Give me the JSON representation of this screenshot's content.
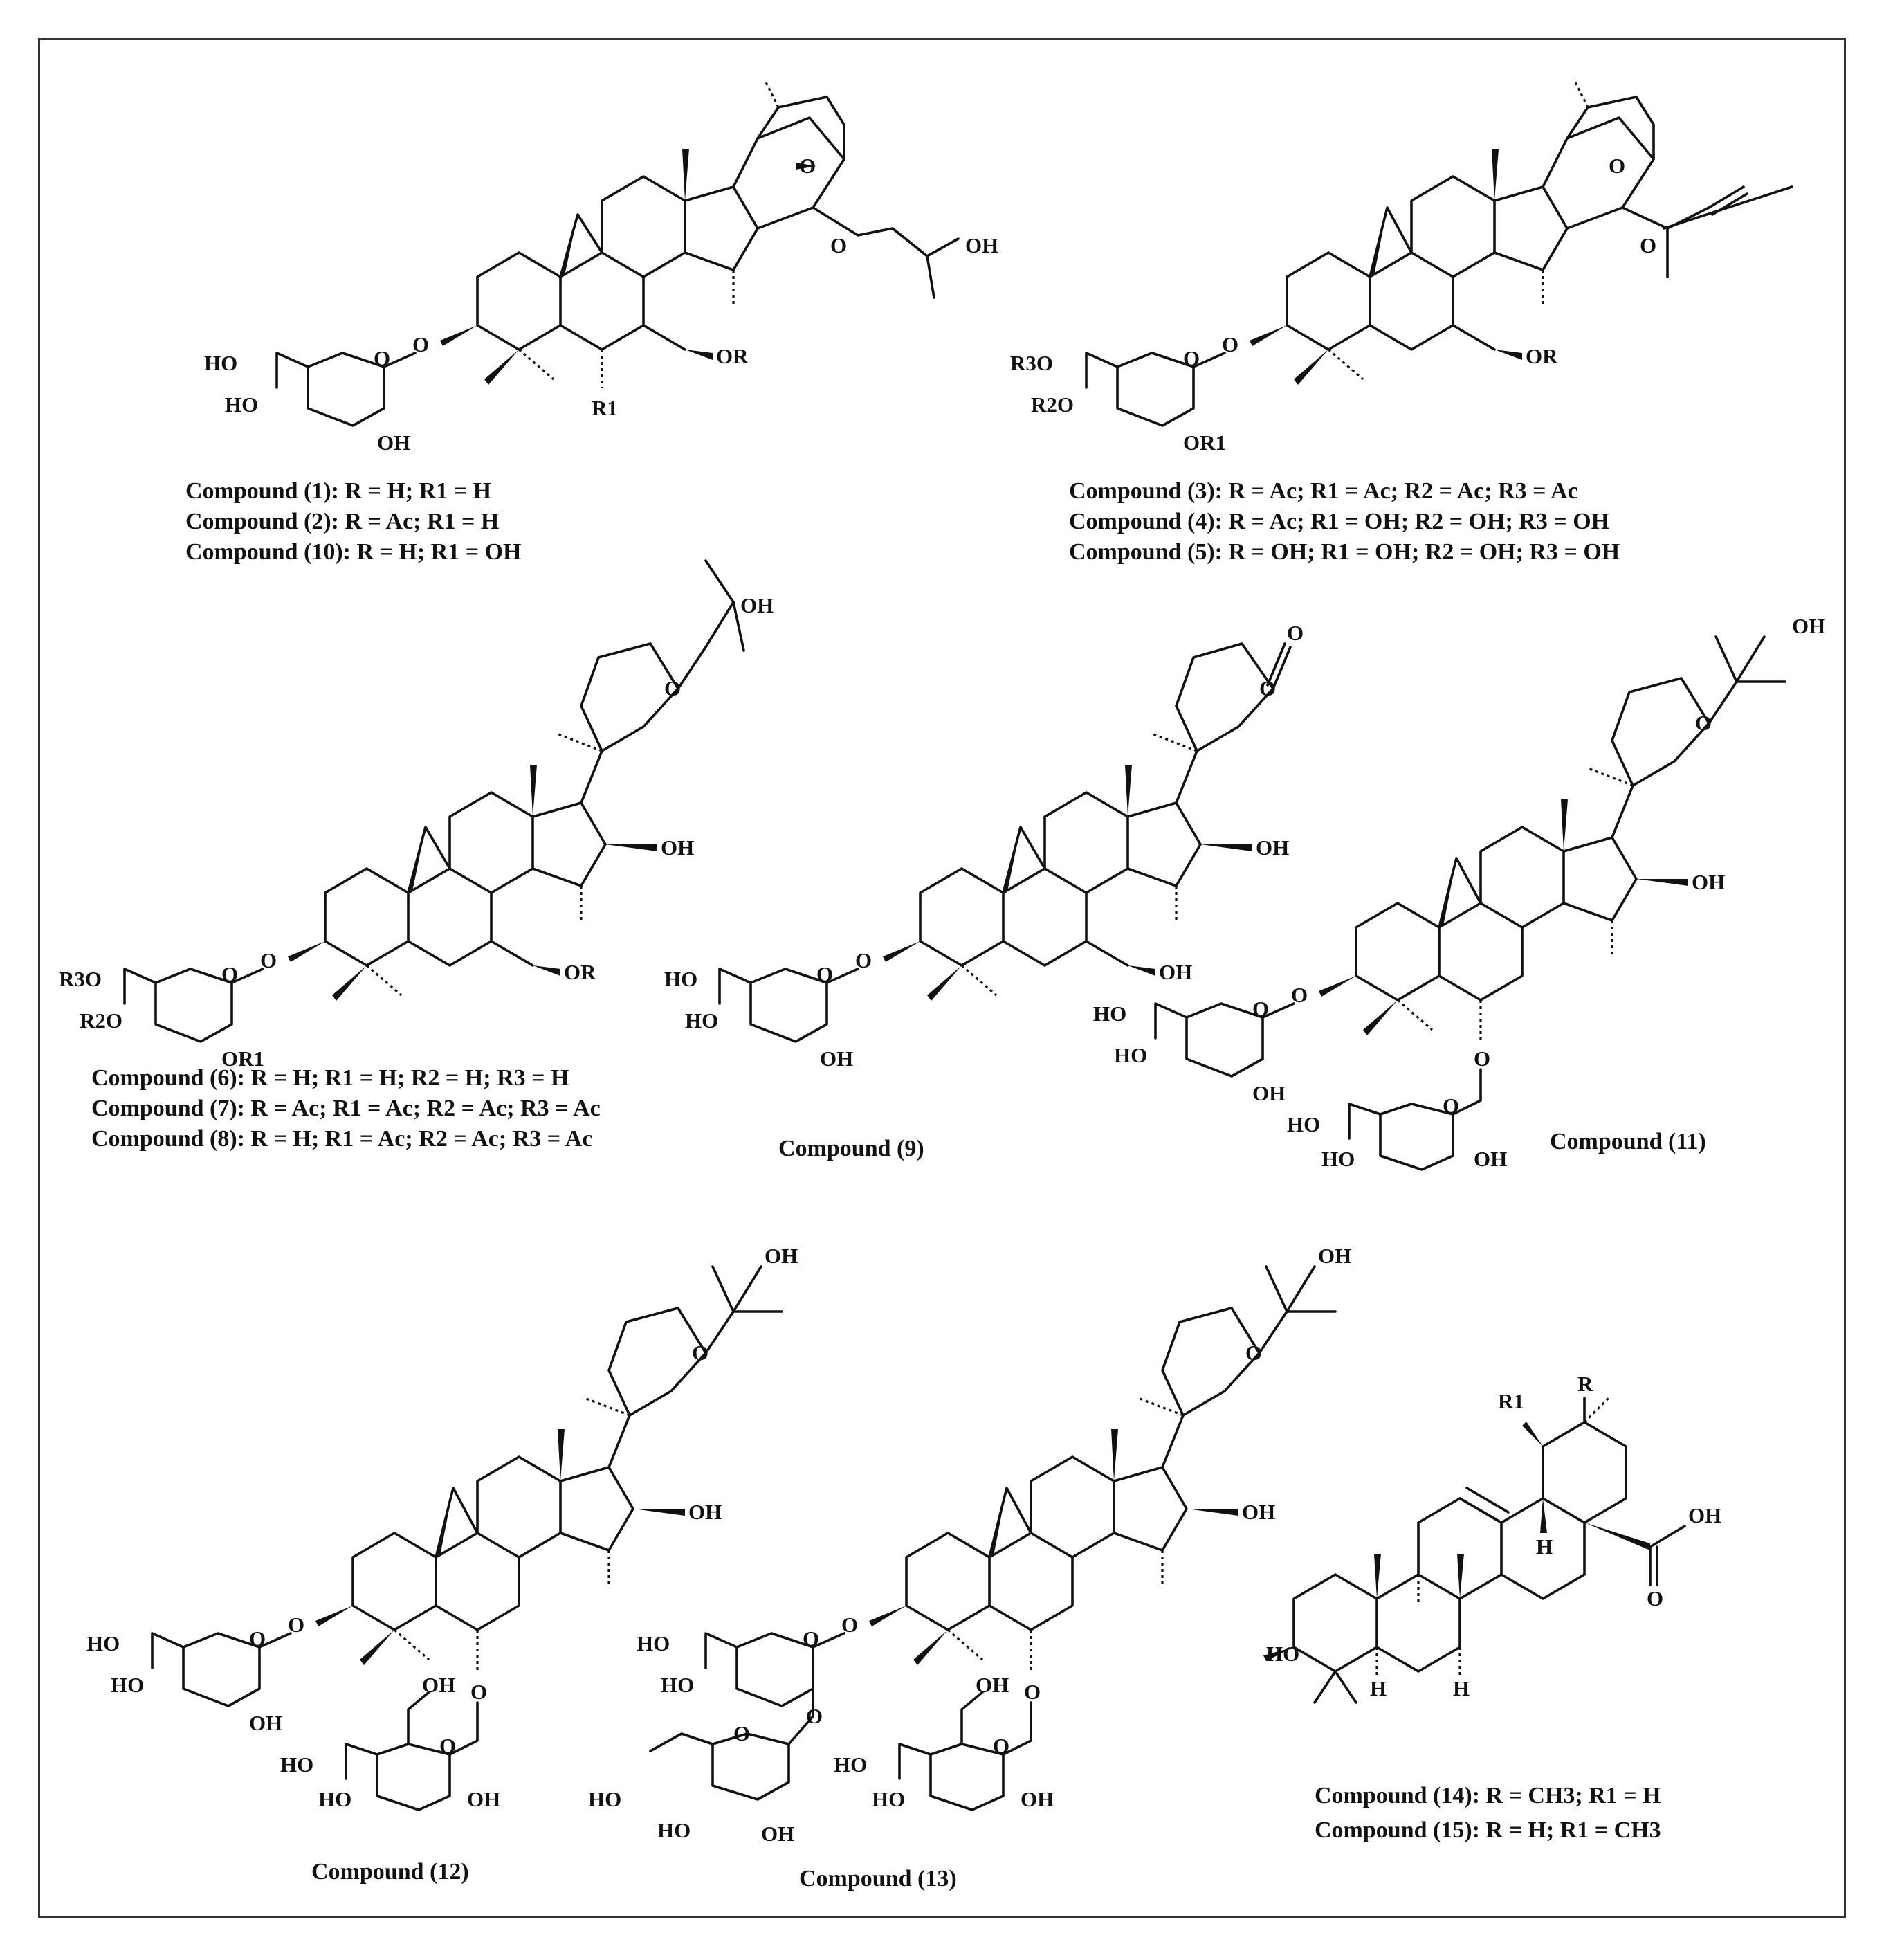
{
  "figure": {
    "groups": [
      {
        "id": "g1",
        "atoms": {
          "ho1": "HO",
          "ho2": "HO",
          "oh3": "OH",
          "ring_o": "O",
          "link_o": "O",
          "or": "OR",
          "r1": "R1",
          "oh_side": "OH",
          "o_a": "O",
          "o_b": "O"
        },
        "captions": [
          "Compound (1):  R = H; R1 = H",
          "Compound (2):   R = Ac; R1 = H",
          "Compound (10): R = H; R1 = OH"
        ]
      },
      {
        "id": "g2",
        "atoms": {
          "r3o": "R3O",
          "r2o": "R2O",
          "or1": "OR1",
          "ring_o": "O",
          "link_o": "O",
          "or": "OR",
          "o_a": "O",
          "o_b": "O"
        },
        "captions": [
          "Compound (3):  R = Ac; R1 = Ac; R2 = Ac;  R3 = Ac",
          "Compound (4):  R = Ac; R1 = OH; R2 = OH; R3 = OH",
          "Compound (5):  R = OH; R1 = OH; R2 = OH; R3 = OH"
        ]
      },
      {
        "id": "g3",
        "atoms": {
          "r3o": "R3O",
          "r2o": "R2O",
          "or1": "OR1",
          "ring_o": "O",
          "link_o": "O",
          "or": "OR",
          "oh16": "OH",
          "thf_o": "O",
          "oh_side": "OH"
        },
        "captions": [
          "Compound (6): R = H; R1 = H; R2 = H; R3 = H",
          "Compound (7): R = Ac; R1 = Ac; R2 = Ac; R3 = Ac",
          "Compound (8): R = H; R1 = Ac; R2 = Ac; R3 = Ac"
        ]
      },
      {
        "id": "g4",
        "atoms": {
          "ho1": "HO",
          "ho2": "HO",
          "oh3": "OH",
          "ring_o": "O",
          "link_o": "O",
          "oh7": "OH",
          "oh16": "OH",
          "lac_o": "O",
          "carbonyl_o": "O"
        },
        "captions": [
          "Compound (9)"
        ]
      },
      {
        "id": "g5",
        "atoms": {
          "ho1": "HO",
          "ho2": "HO",
          "oh3": "OH",
          "ho4": "HO",
          "ho5": "HO",
          "oh6": "OH",
          "ring_o": "O",
          "ring_o2": "O",
          "link_o": "O",
          "link_o2": "O",
          "oh16": "OH",
          "thf_o": "O",
          "oh_side": "OH"
        },
        "captions": [
          "Compound (11)"
        ]
      },
      {
        "id": "g6",
        "atoms": {
          "ho1": "HO",
          "ho2": "HO",
          "oh3": "OH",
          "ho4": "HO",
          "ho5": "HO",
          "oh6": "OH",
          "oh7": "OH",
          "ring_o": "O",
          "ring_o2": "O",
          "link_o": "O",
          "link_o2": "O",
          "oh16": "OH",
          "thf_o": "O",
          "oh_side": "OH"
        },
        "captions": [
          "Compound (12)"
        ]
      },
      {
        "id": "g7",
        "atoms": {
          "ho1": "HO",
          "ho2": "HO",
          "ho4": "HO",
          "ho5": "HO",
          "oh6": "OH",
          "ho7": "HO",
          "ho8": "HO",
          "oh9": "OH",
          "oh10": "OH",
          "ring_o": "O",
          "ring_o2": "O",
          "ring_o3": "O",
          "link_o": "O",
          "link_o2": "O",
          "link_o3": "O",
          "oh16": "OH",
          "thf_o": "O",
          "oh_side": "OH"
        },
        "captions": [
          "Compound (13)"
        ]
      },
      {
        "id": "g8",
        "atoms": {
          "r": "R",
          "r1": "R1",
          "h1": "H",
          "h2": "H",
          "h3": "H",
          "ho": "HO",
          "oh": "OH",
          "co": "O"
        },
        "captions": [
          "Compound (14): R = CH3; R1 = H",
          "Compound (15): R = H; R1 = CH3"
        ]
      }
    ]
  }
}
